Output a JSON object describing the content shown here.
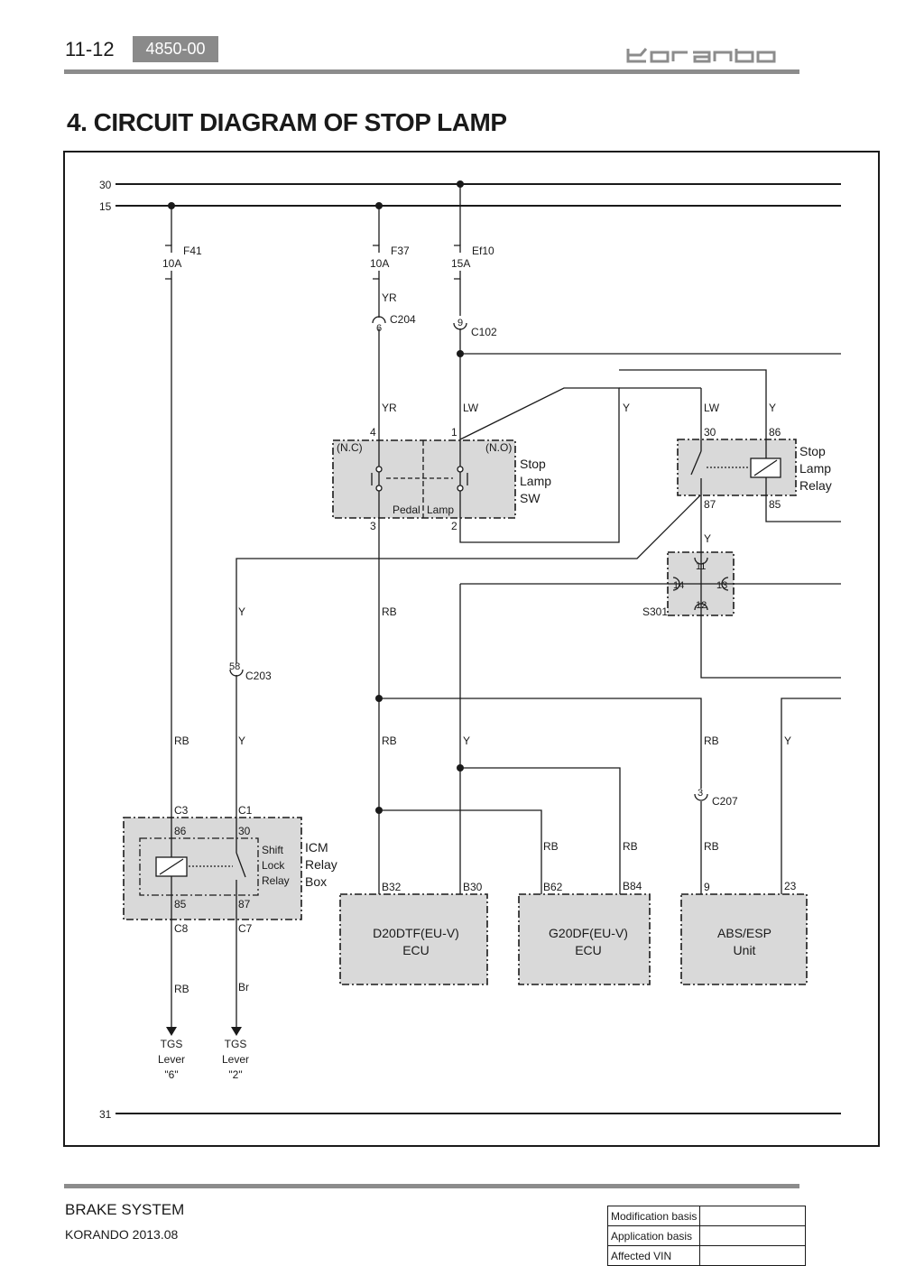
{
  "header": {
    "page_number": "11-12",
    "doc_code": "4850-00",
    "brand": "korando"
  },
  "title": "4. CIRCUIT DIAGRAM OF STOP LAMP",
  "diagram": {
    "rails": {
      "r30": "30",
      "r15": "15",
      "r31": "31"
    },
    "fuses": {
      "f41": {
        "name": "F41",
        "rating": "10A"
      },
      "f37": {
        "name": "F37",
        "rating": "10A"
      },
      "ef10": {
        "name": "Ef10",
        "rating": "15A"
      }
    },
    "connectors": {
      "c204": {
        "name": "C204",
        "pin": "6"
      },
      "c102": {
        "name": "C102",
        "pin": "9"
      },
      "c203": {
        "name": "C203",
        "pin": "58"
      },
      "c207": {
        "name": "C207",
        "pin": "3"
      },
      "s301": {
        "name": "S301",
        "pins": [
          "11",
          "14",
          "13",
          "12"
        ]
      }
    },
    "wires": {
      "yr": "YR",
      "lw": "LW",
      "y": "Y",
      "rb": "RB",
      "br": "Br"
    },
    "stop_lamp_sw": {
      "lines": [
        "Stop",
        "Lamp",
        "SW"
      ],
      "nc": "(N.C)",
      "no": "(N.O)",
      "pedal": "Pedal",
      "lamp": "Lamp",
      "pins": [
        "4",
        "1",
        "3",
        "2"
      ]
    },
    "stop_lamp_relay": {
      "lines": [
        "Stop",
        "Lamp",
        "Relay"
      ],
      "pins": [
        "30",
        "86",
        "87",
        "85"
      ]
    },
    "icm_box": {
      "lines": [
        "ICM",
        "Relay",
        "Box"
      ],
      "relay_lines": [
        "Shift",
        "Lock",
        "Relay"
      ],
      "conn": [
        "C3",
        "C1",
        "C8",
        "C7"
      ],
      "pins": [
        "86",
        "30",
        "85",
        "87"
      ]
    },
    "units": {
      "ecu1": {
        "lines": [
          "D20DTF(EU-V)",
          "ECU"
        ],
        "pins": [
          "B32",
          "B30"
        ]
      },
      "ecu2": {
        "lines": [
          "G20DF(EU-V)",
          "ECU"
        ],
        "pins": [
          "B62",
          "B84"
        ]
      },
      "abs": {
        "lines": [
          "ABS/ESP",
          "Unit"
        ],
        "pins": [
          "9",
          "23"
        ]
      }
    },
    "tgs": {
      "left": [
        "TGS",
        "Lever",
        "\"6\""
      ],
      "right": [
        "TGS",
        "Lever",
        "\"2\""
      ]
    }
  },
  "footer": {
    "section": "BRAKE SYSTEM",
    "model": "KORANDO 2013.08",
    "table": [
      "Modification basis",
      "Application basis",
      "Affected VIN"
    ]
  },
  "colors": {
    "line": "#1a1a1a",
    "rule": "#8c8c8c",
    "badge": "#8a8a8a",
    "box_fill": "#d9d9d9"
  }
}
